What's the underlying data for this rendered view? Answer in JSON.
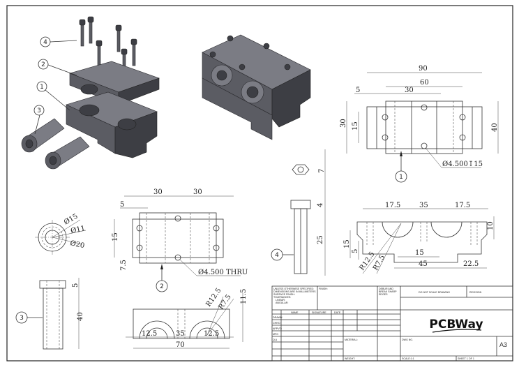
{
  "balloons": {
    "b1": "1",
    "b2": "2",
    "b3": "3",
    "b4": "4",
    "b1_top": "1",
    "b2_view": "2",
    "b3_view": "3",
    "b4_view": "4"
  },
  "part1_top": {
    "d90": "90",
    "d60": "60",
    "d30": "30",
    "d5": "5",
    "d30v": "30",
    "d15v": "15",
    "d40v": "40",
    "hole": "Ø4.500↧15"
  },
  "part1_front": {
    "d17a": "17.5",
    "d35": "35",
    "d17b": "17.5",
    "d10": "10",
    "d15": "15",
    "d5": "5",
    "d15h": "15",
    "d45": "45",
    "d22": "22.5",
    "r12": "R12.5",
    "r7": "R7.5"
  },
  "bolt": {
    "d7": "7",
    "d4": "4",
    "d25": "25"
  },
  "part2_top": {
    "d30a": "30",
    "d30b": "30",
    "d5": "5",
    "d15": "15",
    "d7": "7.5",
    "hole": "Ø4.500 THRU"
  },
  "part2_front": {
    "d12a": "12.5",
    "d35": "35",
    "d12b": "12.5",
    "d70": "70",
    "r12": "R12.5",
    "r7": "R7.5",
    "d11": "11.5"
  },
  "bushing": {
    "d15": "Ø15",
    "d11": "Ø11",
    "d20": "Ø20",
    "d5": "5",
    "d40": "40"
  },
  "title_block": {
    "unless": "UNLESS OTHERWISE SPECIFIED:",
    "dims": "DIMENSIONS ARE IN MILLIMETERS",
    "surface": "SURFACE FINISH:",
    "tol": "TOLERANCES:",
    "linear": "LINEAR:",
    "angular": "ANGULAR:",
    "finish": "FINISH:",
    "debur": "DEBUR AND",
    "break": "BREAK SHARP",
    "edges": "EDGES",
    "noscale": "DO NOT SCALE DRAWING",
    "revision": "REVISION",
    "name": "NAME",
    "signature": "SIGNATURE",
    "date": "DATE",
    "rows": [
      "DRAWN",
      "CHK'D",
      "APPV'D",
      "MFG",
      "Q.A"
    ],
    "material": "MATERIAL:",
    "dwgno": "DWG NO.",
    "size": "A3",
    "weight": "WEIGHT:",
    "scale": "SCALE:1:1",
    "sheet": "SHEET 1 OF 1",
    "logo": "PCBWay"
  }
}
